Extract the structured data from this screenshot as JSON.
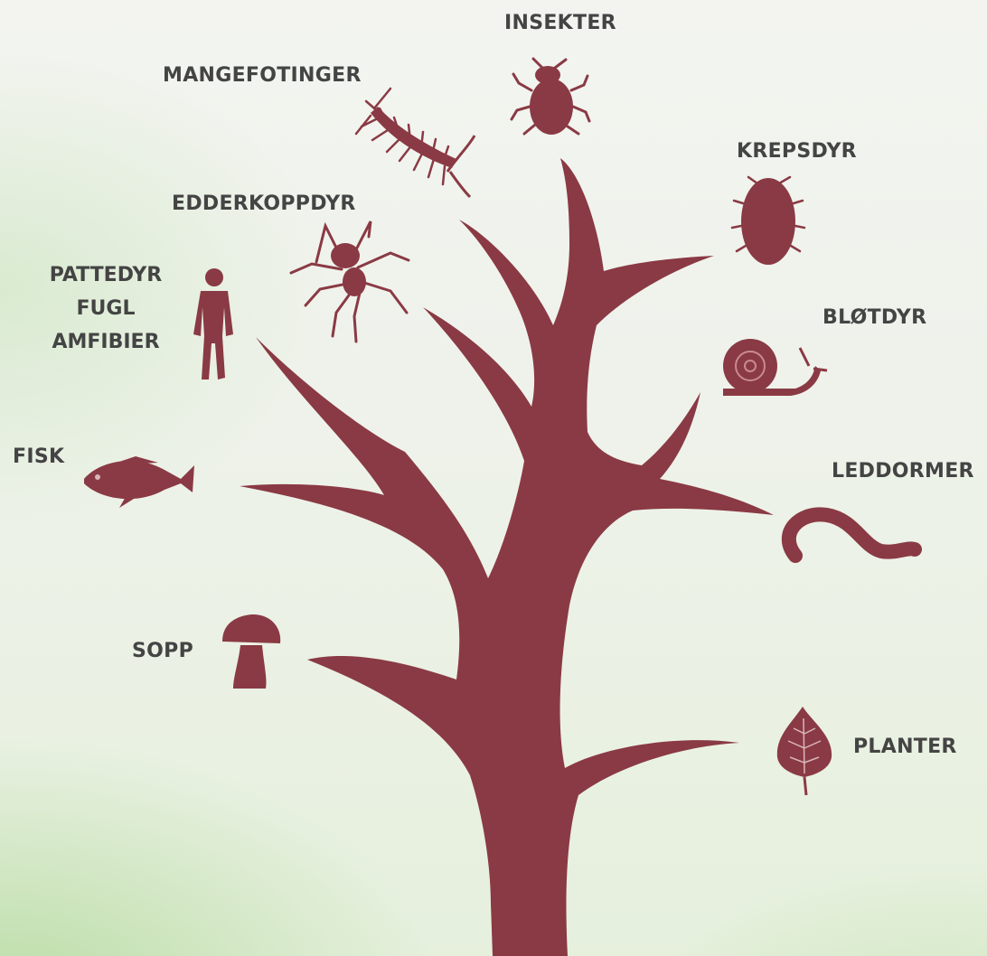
{
  "labels": {
    "insekter": "INSEKTER",
    "mangefotinger": "MANGEFOTINGER",
    "krepsdyr": "KREPSDYR",
    "edderkoppdyr": "EDDERKOPPDYR",
    "pattedyr": "PATTEDYR",
    "fugl": "FUGL",
    "amfibier": "AMFIBIER",
    "blotdyr": "BLØTDYR",
    "fisk": "FISK",
    "leddormer": "LEDDORMER",
    "sopp": "SOPP",
    "planter": "PLANTER"
  },
  "icons": [
    "beetle-icon",
    "centipede-icon",
    "woodlouse-icon",
    "spider-icon",
    "human-icon",
    "snail-icon",
    "fish-icon",
    "worm-icon",
    "mushroom-icon",
    "leaf-icon"
  ],
  "colors": {
    "tree": "#8a3a44",
    "text": "#444444",
    "background": "#f2f3ef",
    "green_wash": "#a6d488"
  }
}
